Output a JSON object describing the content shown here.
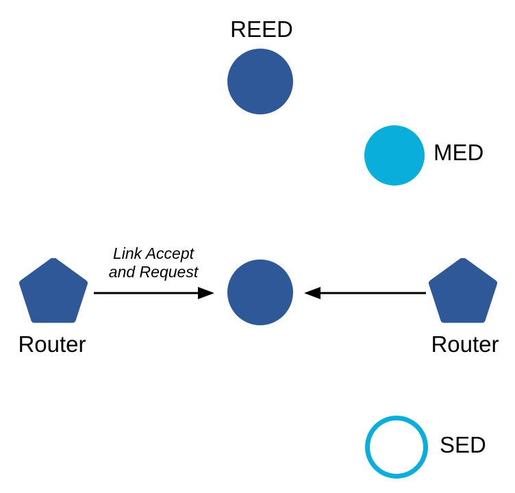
{
  "diagram": {
    "colors": {
      "node_blue": "#2E5897",
      "node_cyan": "#0AAEDB",
      "arrow": "#000000",
      "text": "#000000",
      "background": "#FFFFFF"
    },
    "nodes": {
      "reed": {
        "label": "REED",
        "shape": "circle",
        "fill": "#2E5897"
      },
      "med": {
        "label": "MED",
        "shape": "circle",
        "fill": "#0AAEDB"
      },
      "center": {
        "label": "",
        "shape": "circle",
        "fill": "#2E5897"
      },
      "router_left": {
        "label": "Router",
        "shape": "pentagon",
        "fill": "#2E5897"
      },
      "router_right": {
        "label": "Router",
        "shape": "pentagon",
        "fill": "#2E5897"
      },
      "sed": {
        "label": "SED",
        "shape": "circle-outline",
        "stroke": "#0AAEDB"
      }
    },
    "edges": [
      {
        "from": "router_left",
        "to": "center",
        "label_lines": [
          "Link Accept",
          "and Request"
        ]
      },
      {
        "from": "router_right",
        "to": "center",
        "label_lines": []
      }
    ]
  }
}
